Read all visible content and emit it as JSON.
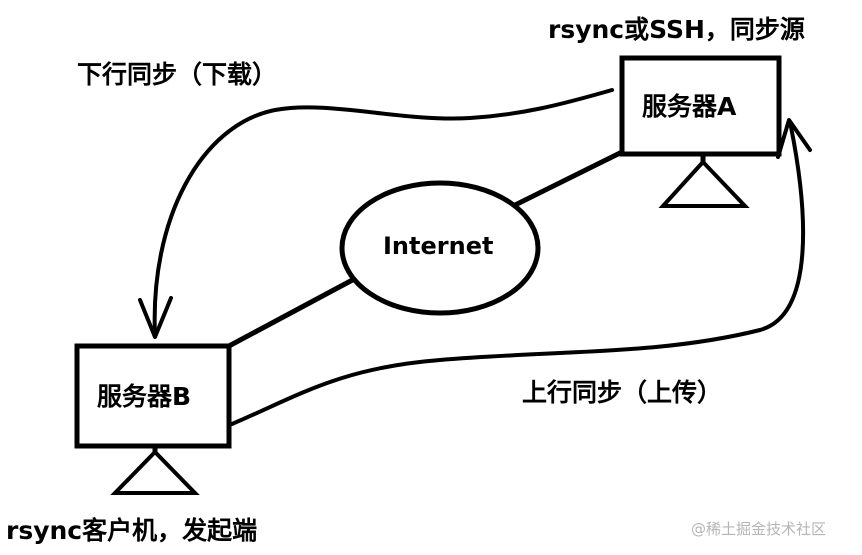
{
  "diagram": {
    "server_a": {
      "label": "服务器A",
      "role": "rsync或SSH，同步源"
    },
    "server_b": {
      "label": "服务器B",
      "role": "rsync客户机，发起端"
    },
    "network": {
      "label": "Internet"
    },
    "download_arrow": {
      "label": "下行同步（下载）"
    },
    "upload_arrow": {
      "label": "上行同步（上传）"
    }
  },
  "watermark": "@稀土掘金技术社区"
}
